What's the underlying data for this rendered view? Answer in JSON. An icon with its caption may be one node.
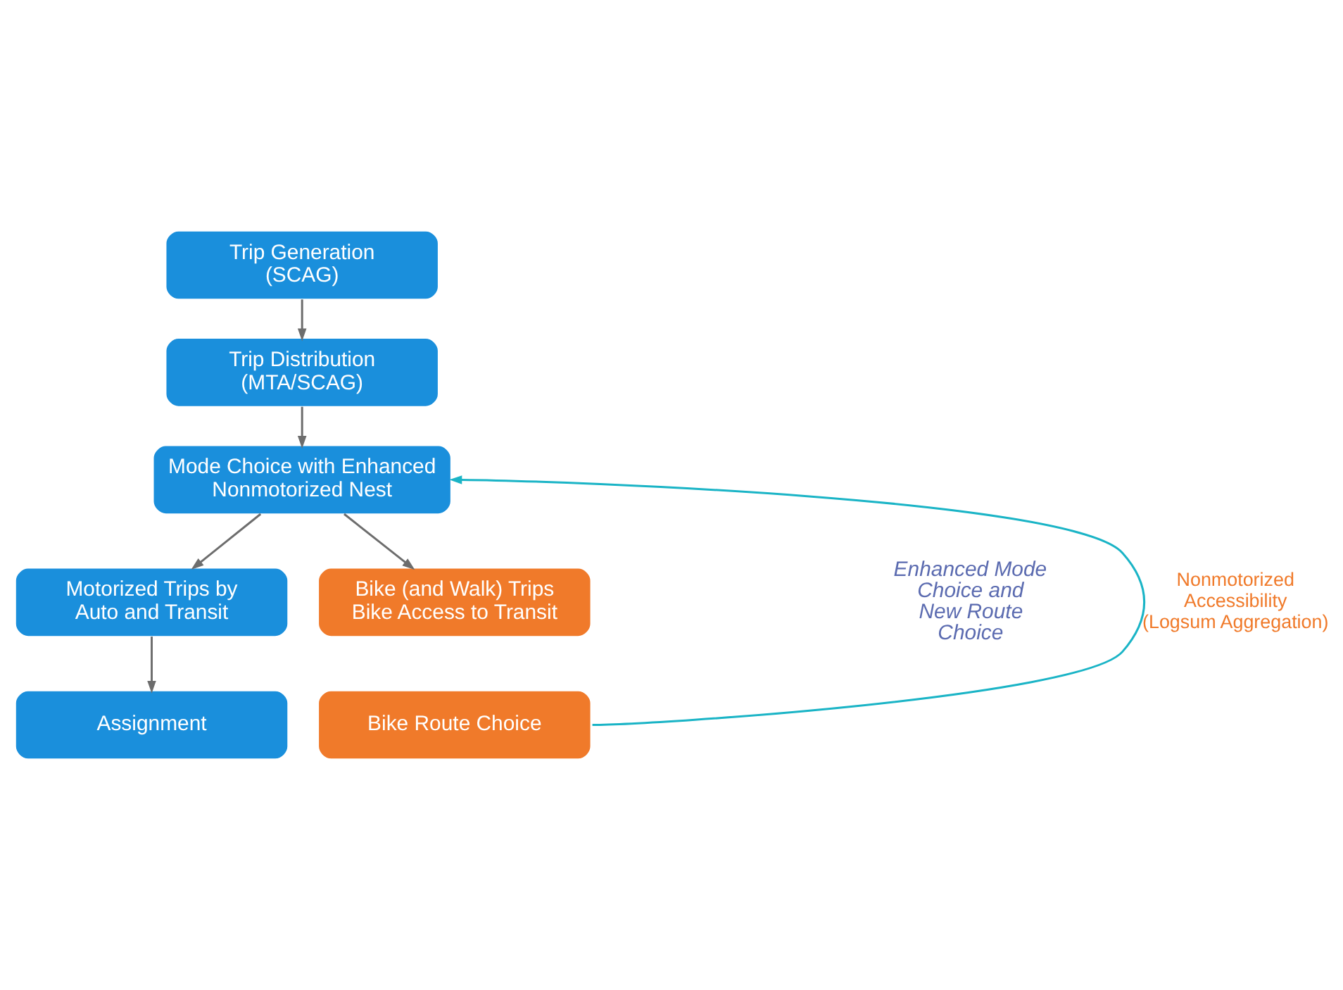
{
  "diagram": {
    "nodes": [
      {
        "text": [
          "Trip Generation (SCAG)"
        ]
      },
      {
        "text": [
          "Trip Distribution (MTA/SCAG)"
        ]
      },
      {
        "text": [
          "Mode Choice with Enhanced Nonmotorized Nest"
        ]
      },
      {
        "text": [
          "Motorized Trips by Auto and Transit"
        ]
      },
      {
        "text": [
          "Bike (and Walk) Trips Bike Access to Transit"
        ]
      },
      {
        "text": [
          "Assignment"
        ]
      },
      {
        "text": [
          "Bike Route Choice"
        ]
      }
    ],
    "edges": [
      {
        "from": 0,
        "to": 1,
        "arrow": "to"
      },
      {
        "from": 1,
        "to": 2,
        "arrow": "to"
      },
      {
        "from": 2,
        "to": 3,
        "arrow": "to"
      },
      {
        "from": 2,
        "to": 4,
        "arrow": "to"
      },
      {
        "from": 3,
        "to": 5,
        "arrow": "to"
      },
      {
        "from": 6,
        "to": 2,
        "arrow": "to",
        "label": "Nonmotorized Accessibility (Logsum Aggregation)",
        "color": "#1ab4c6"
      }
    ],
    "labels": [
      "Enhanced Mode Choice and New Route Choice"
    ]
  }
}
